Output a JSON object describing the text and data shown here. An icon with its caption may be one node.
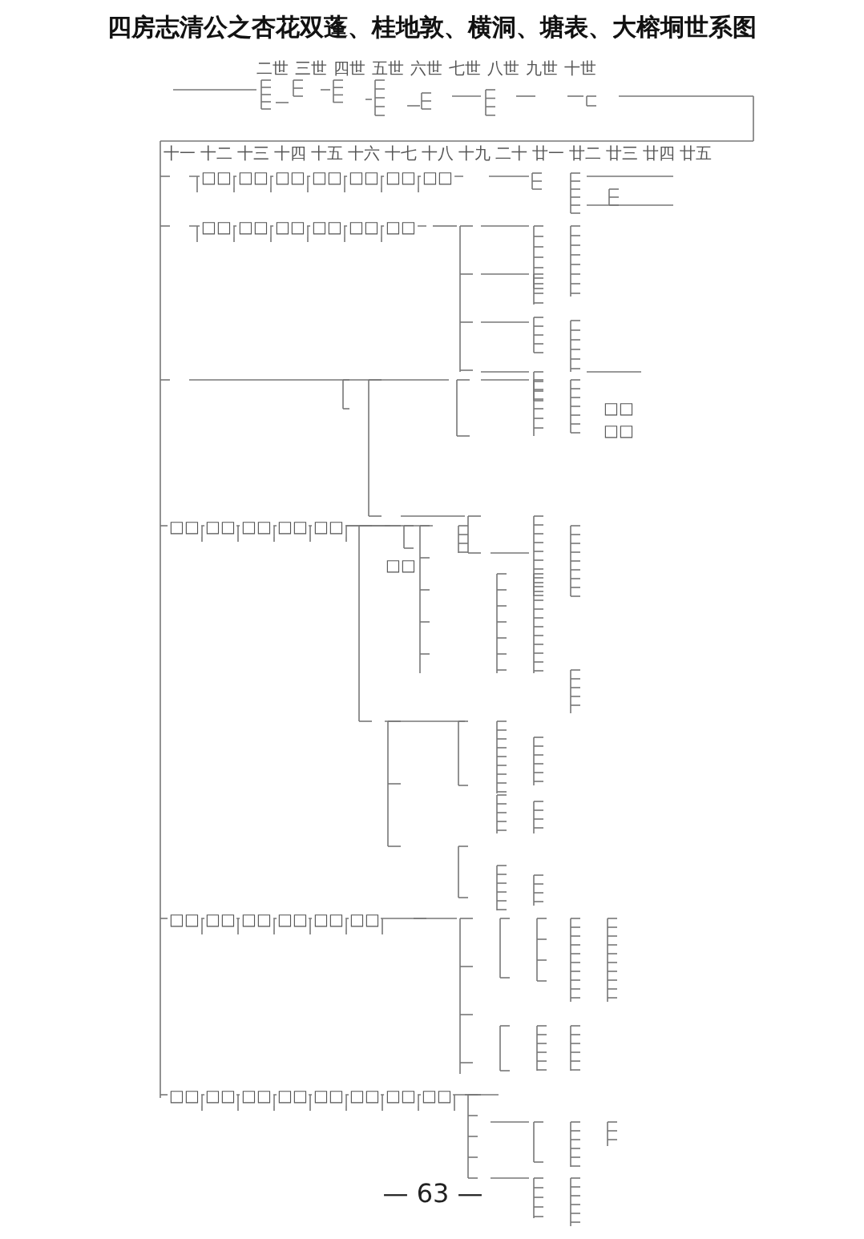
{
  "diagram": {
    "title": "四房志清公之杏花双蓬、桂地敦、横洞、塘表、大榕垌世系图",
    "labels": [
      "二世",
      "三世",
      "四世",
      "五世",
      "六世",
      "七世",
      "八世",
      "九世",
      "十世",
      "十一",
      "十二",
      "十三",
      "十四",
      "十五",
      "十六",
      "十七",
      "十八",
      "十九",
      "二十",
      "廿一",
      "廿二",
      "廿三",
      "廿四",
      "廿五",
      "□□",
      "□□",
      "□□",
      "□□",
      "□□",
      "□□",
      "□□",
      "□□",
      "□□",
      "□□",
      "□□",
      "□□",
      "□□",
      "□□",
      "□□",
      "□□",
      "□□",
      "□□",
      "□□",
      "□□",
      "□□",
      "□□",
      "□□",
      "□□",
      "□□",
      "□□",
      "□□",
      "□□",
      "□□",
      "□□",
      "□□",
      "□□",
      "□□",
      "□□",
      "□□",
      "— 63 —"
    ]
  }
}
